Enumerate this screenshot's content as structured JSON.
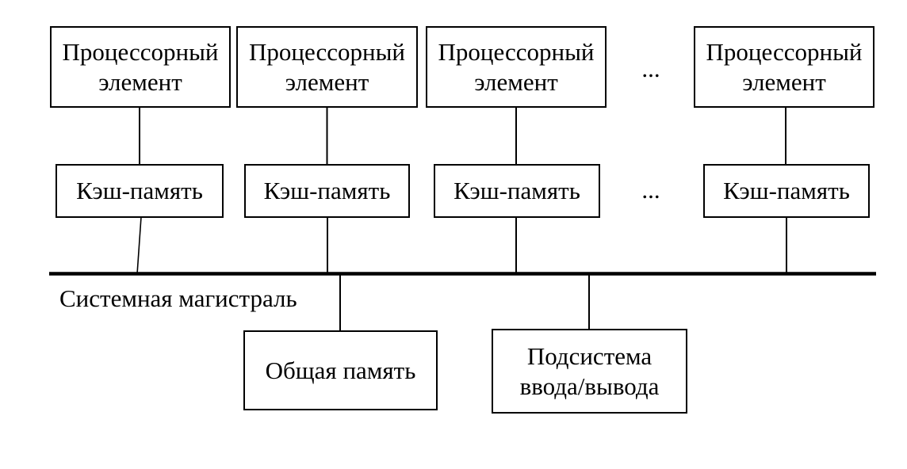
{
  "diagram": {
    "colors": {
      "line": "#000000",
      "text": "#000000",
      "background": "#ffffff"
    },
    "processors": [
      {
        "label": "Процессорный элемент"
      },
      {
        "label": "Процессорный элемент"
      },
      {
        "label": "Процессорный элемент"
      },
      {
        "label": "Процессорный элемент"
      }
    ],
    "processor_row_ellipsis": "...",
    "caches": [
      {
        "label": "Кэш-память"
      },
      {
        "label": "Кэш-память"
      },
      {
        "label": "Кэш-память"
      },
      {
        "label": "Кэш-память"
      }
    ],
    "cache_row_ellipsis": "...",
    "bus_label": "Системная магистраль",
    "shared_memory": {
      "label": "Общая память"
    },
    "io_subsystem": {
      "label": "Подсистема ввода/вывода"
    }
  }
}
